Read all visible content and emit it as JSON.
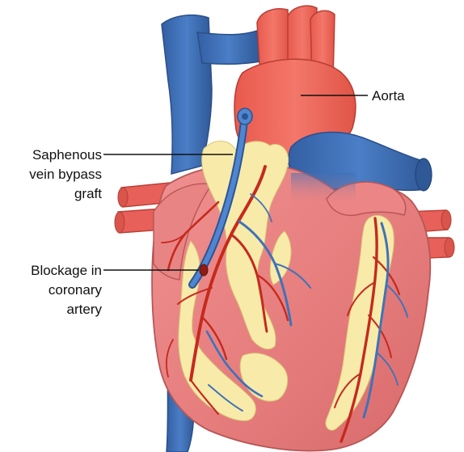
{
  "diagram": {
    "labels": {
      "aorta": "Aorta",
      "graft": [
        "Saphenous",
        "vein bypass",
        "graft"
      ],
      "blockage": [
        "Blockage in",
        "coronary",
        "artery"
      ]
    },
    "colors": {
      "vein_blue": "#3f72b8",
      "vein_blue_dark": "#2c5595",
      "artery_red": "#e2584a",
      "aorta_red": "#f06a5a",
      "muscle_pink": "#e88080",
      "muscle_pink_dark": "#d26565",
      "fat_yellow": "#f8ebaa",
      "coronary_red": "#c52a1e",
      "label_text": "#111111",
      "background": "#ffffff"
    }
  }
}
